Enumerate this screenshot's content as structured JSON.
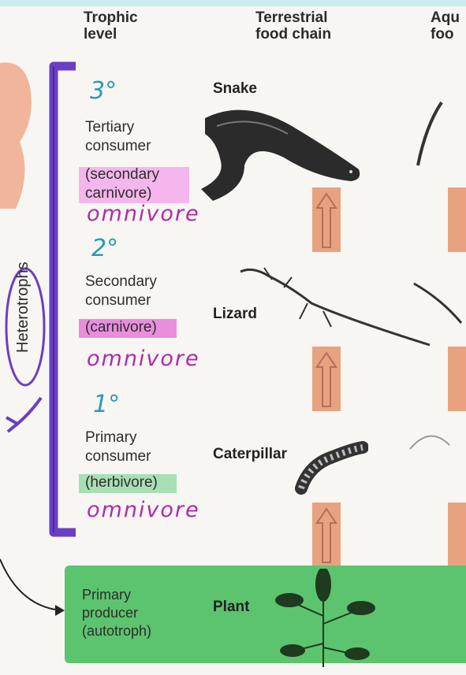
{
  "headers": {
    "trophic_level": "Trophic\nlevel",
    "terrestrial": "Terrestrial\nfood chain",
    "aquatic": "Aqu\nfoo"
  },
  "side_label": "Heterotrophs",
  "levels": [
    {
      "mark": "3°",
      "title": "Tertiary\nconsumer",
      "role": "(secondary\ncarnivore)",
      "note": "omnivore",
      "organism": "Snake"
    },
    {
      "mark": "2°",
      "title": "Secondary\nconsumer",
      "role": "(carnivore)",
      "note": "omnivore",
      "organism": "Lizard"
    },
    {
      "mark": "1°",
      "title": "Primary\nconsumer",
      "role": "(herbivore)",
      "note": "omnivore",
      "organism": "Caterpillar"
    },
    {
      "title": "Primary\nproducer\n(autotroph)",
      "organism": "Plant"
    }
  ],
  "colors": {
    "bracket": "#6a3fc4",
    "arrow_box": "#e9a27f",
    "green_band": "#5cc46e",
    "pink_highlight": "#e36bd6",
    "handwriting_blue": "#2a9ab4",
    "handwriting_pink": "#b02aa9"
  }
}
